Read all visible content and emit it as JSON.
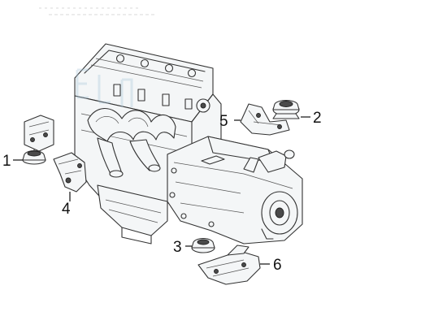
{
  "diagram": {
    "callouts": [
      {
        "id": "callout-1",
        "number": "1",
        "part": "engine-mount-left"
      },
      {
        "id": "callout-2",
        "number": "2",
        "part": "mount-bushing-right"
      },
      {
        "id": "callout-3",
        "number": "3",
        "part": "mount-bushing-lower"
      },
      {
        "id": "callout-4",
        "number": "4",
        "part": "engine-bracket-left"
      },
      {
        "id": "callout-5",
        "number": "5",
        "part": "gearbox-bracket-upper"
      },
      {
        "id": "callout-6",
        "number": "6",
        "part": "gearbox-bracket-lower"
      }
    ],
    "colors": {
      "line": "#333333",
      "fill": "#f4f6f7",
      "watermark": "#a9c6da",
      "text": "#111111"
    }
  }
}
